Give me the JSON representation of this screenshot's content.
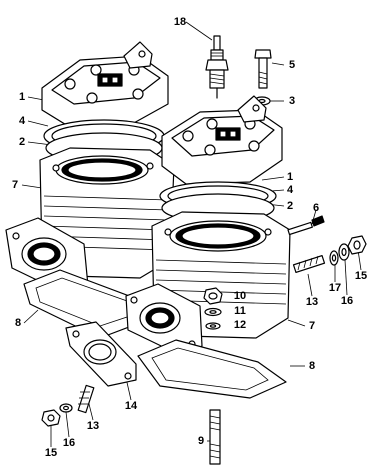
{
  "diagram": {
    "callouts": [
      {
        "id": "c18",
        "text": "18"
      },
      {
        "id": "c5",
        "text": "5"
      },
      {
        "id": "c3",
        "text": "3"
      },
      {
        "id": "c1a",
        "text": "1"
      },
      {
        "id": "c4a",
        "text": "4"
      },
      {
        "id": "c2a",
        "text": "2"
      },
      {
        "id": "c7a",
        "text": "7"
      },
      {
        "id": "c1b",
        "text": "1"
      },
      {
        "id": "c4b",
        "text": "4"
      },
      {
        "id": "c2b",
        "text": "2"
      },
      {
        "id": "c6",
        "text": "6"
      },
      {
        "id": "c17",
        "text": "17"
      },
      {
        "id": "c16a",
        "text": "16"
      },
      {
        "id": "c15a",
        "text": "15"
      },
      {
        "id": "c13a",
        "text": "13"
      },
      {
        "id": "c10",
        "text": "10"
      },
      {
        "id": "c11",
        "text": "11"
      },
      {
        "id": "c12",
        "text": "12"
      },
      {
        "id": "c7b",
        "text": "7"
      },
      {
        "id": "c8a",
        "text": "8"
      },
      {
        "id": "c8b",
        "text": "8"
      },
      {
        "id": "c14",
        "text": "14"
      },
      {
        "id": "c13b",
        "text": "13"
      },
      {
        "id": "c16b",
        "text": "16"
      },
      {
        "id": "c15b",
        "text": "15"
      },
      {
        "id": "c9",
        "text": "9"
      }
    ]
  }
}
